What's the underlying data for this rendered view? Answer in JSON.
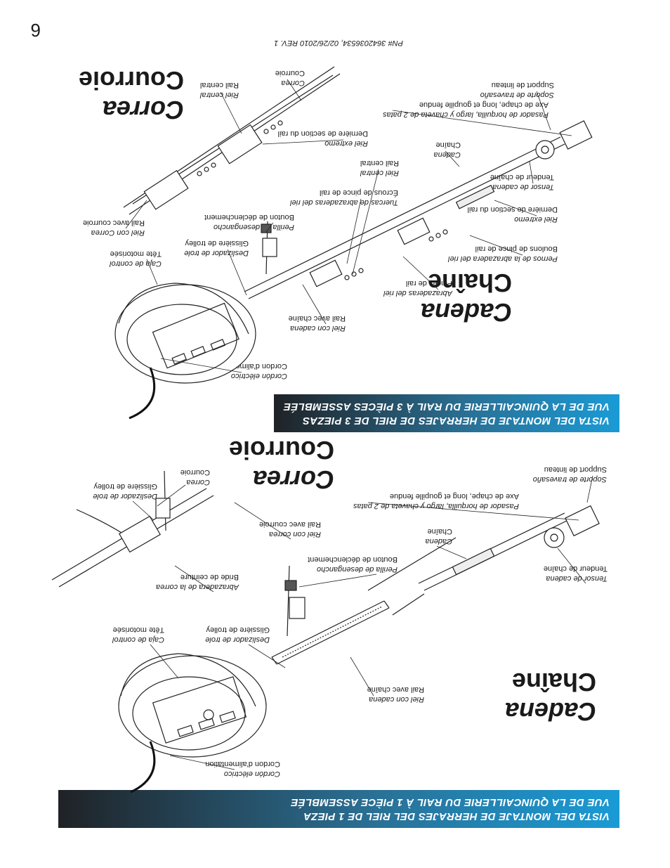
{
  "header": {
    "page_number": "6",
    "part_number": "PN# 364203653​4, 02/26/2010   REV. 1"
  },
  "section_one_piece": {
    "banner_es": "VISTA DEL MONTAJE DE HERRAJES DEL RIEL DE 1 PIEZA",
    "banner_fr": "VUE DE LA QUINCAILLERIE DU RAIL À 1 PIÈCE ASSEMBLÉE",
    "chain_heading_es": "Cadena",
    "chain_heading_fr": "Chaîne",
    "belt_heading_es": "Correa",
    "belt_heading_fr": "Courroie",
    "labels": {
      "power_cord": {
        "es": "Cordón eléctrico",
        "fr": "Cordon d'alimentation"
      },
      "chain_rail": {
        "es": "Riel con cadena",
        "fr": "Rail avec chaîne"
      },
      "motor_head": {
        "es": "Caja de control",
        "fr": "Tête motorisée"
      },
      "trolley_main": {
        "es": "Deslizador de trole",
        "fr": "Glissière de trolley"
      },
      "emergency_release": {
        "es": "Perilla de desengancho",
        "fr": "Bouton de déclenchement"
      },
      "belt_clamp": {
        "es": "Abrazadera de la correa",
        "fr": "Bride de ceinture"
      },
      "belt_rail": {
        "es": "Riel con correa",
        "fr": "Rail avec courroie"
      },
      "trolley_inset": {
        "es": "Deslizador de trole",
        "fr": "Glissière de trolley"
      },
      "belt": {
        "es": "Correa",
        "fr": "Courroie"
      },
      "chain_tensioner": {
        "es": "Tensor de cadena",
        "fr": "Tendeur de chaîne"
      },
      "chain": {
        "es": "Cadena",
        "fr": "Chaîne"
      },
      "clevis_pin": {
        "es": "Pasador de horquilla, largo y chaveta de 2 patas",
        "fr": "Axe de chape, long et goupille fendue"
      },
      "header_bracket": {
        "es": "Soporte de travesaño",
        "fr": "Support de linteau"
      }
    }
  },
  "section_three_piece": {
    "banner_es": "VISTA DEL MONTAJE DE HERRAJES DE RIEL DE 3 PIEZAS",
    "banner_fr": "VUE DE LA QUINCAILLERIE DU RAIL À 3 PIÈCES ASSEMBLÉE",
    "chain_heading_es": "Cadena",
    "chain_heading_fr": "Chaîne",
    "belt_heading_es": "Correa",
    "belt_heading_fr": "Courroie",
    "labels": {
      "power_cord": {
        "es": "Cordón eléctrico",
        "fr": "Cordon d'alimentation"
      },
      "chain_rail": {
        "es": "Riel con cadena",
        "fr": "Rail avec chaîne"
      },
      "rail_clamps": {
        "es": "Abrazaderas del riel",
        "fr": "Pinces de rail"
      },
      "rail_clamp_bolts": {
        "es": "Pernos de la abrazadera del riel",
        "fr": "Boulons de pince de rail"
      },
      "end_rail": {
        "es": "Riel extremo",
        "fr": "Dernière de section du rail"
      },
      "chain_tensioner": {
        "es": "Tensor de cadena",
        "fr": "Tendeur de chaîne"
      },
      "chain": {
        "es": "Cadena",
        "fr": "Chaîne"
      },
      "clevis_pin": {
        "es": "Pasador de horquilla, largo y chaveta de 2 patas",
        "fr": "Axe de chape, long et goupille fendue"
      },
      "header_bracket": {
        "es": "Soporte de travesaño",
        "fr": "Support de linteau"
      },
      "clamp_nuts": {
        "es": "Tuercas de abrazaderas del riel",
        "fr": "Écrous de pince de rail"
      },
      "center_rail": {
        "es": "Riel central",
        "fr": "Rail central"
      },
      "motor_head": {
        "es": "Caja de control",
        "fr": "Tête motorisée"
      },
      "trolley": {
        "es": "Deslizador de trole",
        "fr": "Glissière de trolley"
      },
      "emergency_release": {
        "es": "Perilla de desengancho",
        "fr": "Bouton de déclenchement"
      },
      "belt_rail": {
        "es": "Riel con Correa",
        "fr": "Rail avec courroie"
      },
      "end_rail_belt": {
        "es": "Riel extremo",
        "fr": "Dernière de section du rail"
      },
      "center_rail_belt": {
        "es": "Riel central",
        "fr": "Rail central"
      },
      "belt": {
        "es": "Correa",
        "fr": "Courroie"
      }
    }
  }
}
